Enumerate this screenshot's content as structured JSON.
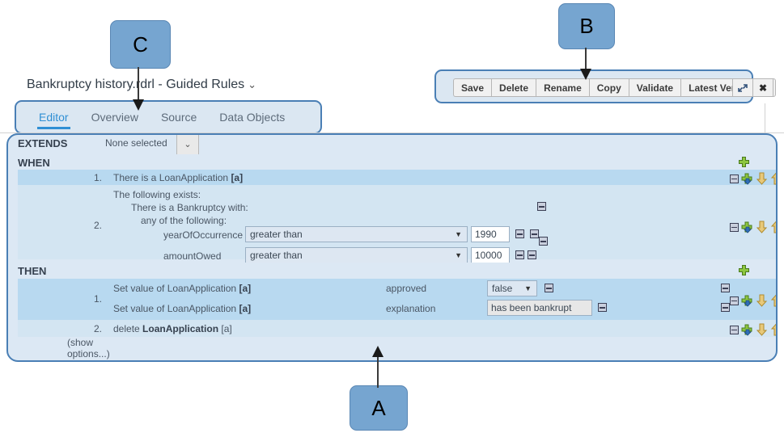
{
  "editor": {
    "title": "Bankruptcy history.rdrl - Guided Rules",
    "title_caret": "⌄",
    "tabs": [
      {
        "label": "Editor",
        "active": true
      },
      {
        "label": "Overview",
        "active": false
      },
      {
        "label": "Source",
        "active": false
      },
      {
        "label": "Data Objects",
        "active": false
      }
    ]
  },
  "toolbar": {
    "buttons": [
      "Save",
      "Delete",
      "Rename",
      "Copy",
      "Validate"
    ],
    "version_label": "Latest Version",
    "version_caret": "⌄",
    "expand_icon": "expand-icon",
    "close_icon": "✖"
  },
  "rule": {
    "extends_label": "EXTENDS",
    "extends_value": "None selected",
    "extends_caret": "⌄",
    "when_label": "WHEN",
    "then_label": "THEN",
    "when": {
      "row1": {
        "num": "1.",
        "text_pre": "There is a LoanApplication ",
        "text_bold": "[a]"
      },
      "row2": {
        "num": "2.",
        "line1": "The following exists:",
        "line2": "There is a Bankruptcy with:",
        "line3": "any of the following:",
        "constraints": [
          {
            "field": "yearOfOccurrence",
            "operator": "greater than",
            "value": "1990"
          },
          {
            "field": "amountOwed",
            "operator": "greater than",
            "value": "10000"
          }
        ]
      }
    },
    "then": {
      "row1": {
        "num": "1.",
        "actions": [
          {
            "text_pre": "Set value of LoanApplication ",
            "text_bold": "[a]",
            "field": "approved",
            "value": "false",
            "control": "select"
          },
          {
            "text_pre": "Set value of LoanApplication ",
            "text_bold": "[a]",
            "field": "explanation",
            "value": "has been bankrupt",
            "control": "text"
          }
        ]
      },
      "row2": {
        "num": "2.",
        "text_pre": "delete ",
        "text_bold": "LoanApplication",
        "text_post": " [a]"
      }
    },
    "show_options_line1": "(show",
    "show_options_line2": "options...)"
  },
  "callouts": [
    {
      "label": "A"
    },
    {
      "label": "B"
    },
    {
      "label": "C"
    }
  ],
  "colors": {
    "accent": "#2f8fd4",
    "panel_border": "#4a7fb5",
    "panel_bg": "#dce8f4",
    "row_highlight": "#b8d9f0",
    "row_light": "#d3e5f2",
    "callout_fill": "#76a5d0"
  }
}
